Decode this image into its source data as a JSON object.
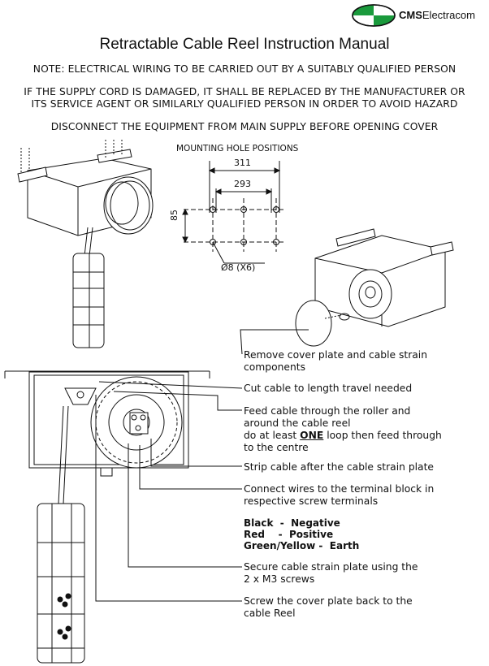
{
  "logo": {
    "text_bold": "CMS",
    "text_regular": "Electracom",
    "colors": {
      "green": "#1a9a3c",
      "outline": "#111111"
    }
  },
  "title": "Retractable Cable Reel Instruction Manual",
  "notes": [
    "NOTE: ELECTRICAL WIRING TO BE CARRIED OUT BY A SUITABLY QUALIFIED PERSON",
    "IF THE SUPPLY CORD IS DAMAGED, IT SHALL BE REPLACED BY THE MANUFACTURER OR",
    "ITS SERVICE AGENT OR SIMILARLY QUALIFIED PERSON IN ORDER TO AVOID HAZARD",
    "DISCONNECT THE EQUIPMENT FROM MAIN SUPPLY BEFORE OPENING COVER"
  ],
  "mounting": {
    "label": "MOUNTING HOLE POSITIONS",
    "dim_outer": "311",
    "dim_inner": "293",
    "dim_height": "85",
    "hole_spec": "Ø8 (X6)"
  },
  "steps": {
    "s1": {
      "l1": "Remove cover plate and cable strain",
      "l2": "components"
    },
    "s2": {
      "l1": "Cut cable to length travel needed"
    },
    "s3": {
      "l1": "Feed cable through the roller and",
      "l2": "around the cable reel",
      "l3a": "do at least ",
      "l3b": "ONE",
      "l3c": " loop then feed through",
      "l4": "to the centre"
    },
    "s4": {
      "l1": "Strip cable after the cable strain plate"
    },
    "s5": {
      "l1": "Connect wires to the terminal block in",
      "l2": "respective screw terminals"
    },
    "s6": {
      "l1": "Secure cable strain plate using the",
      "l2": "2 x M3 screws"
    },
    "s7": {
      "l1": "Screw the cover plate back to the",
      "l2": "cable Reel"
    }
  },
  "wires": {
    "w1": "Black  -  Negative",
    "w2": "Red    -  Positive",
    "w3": "Green/Yellow -  Earth"
  }
}
